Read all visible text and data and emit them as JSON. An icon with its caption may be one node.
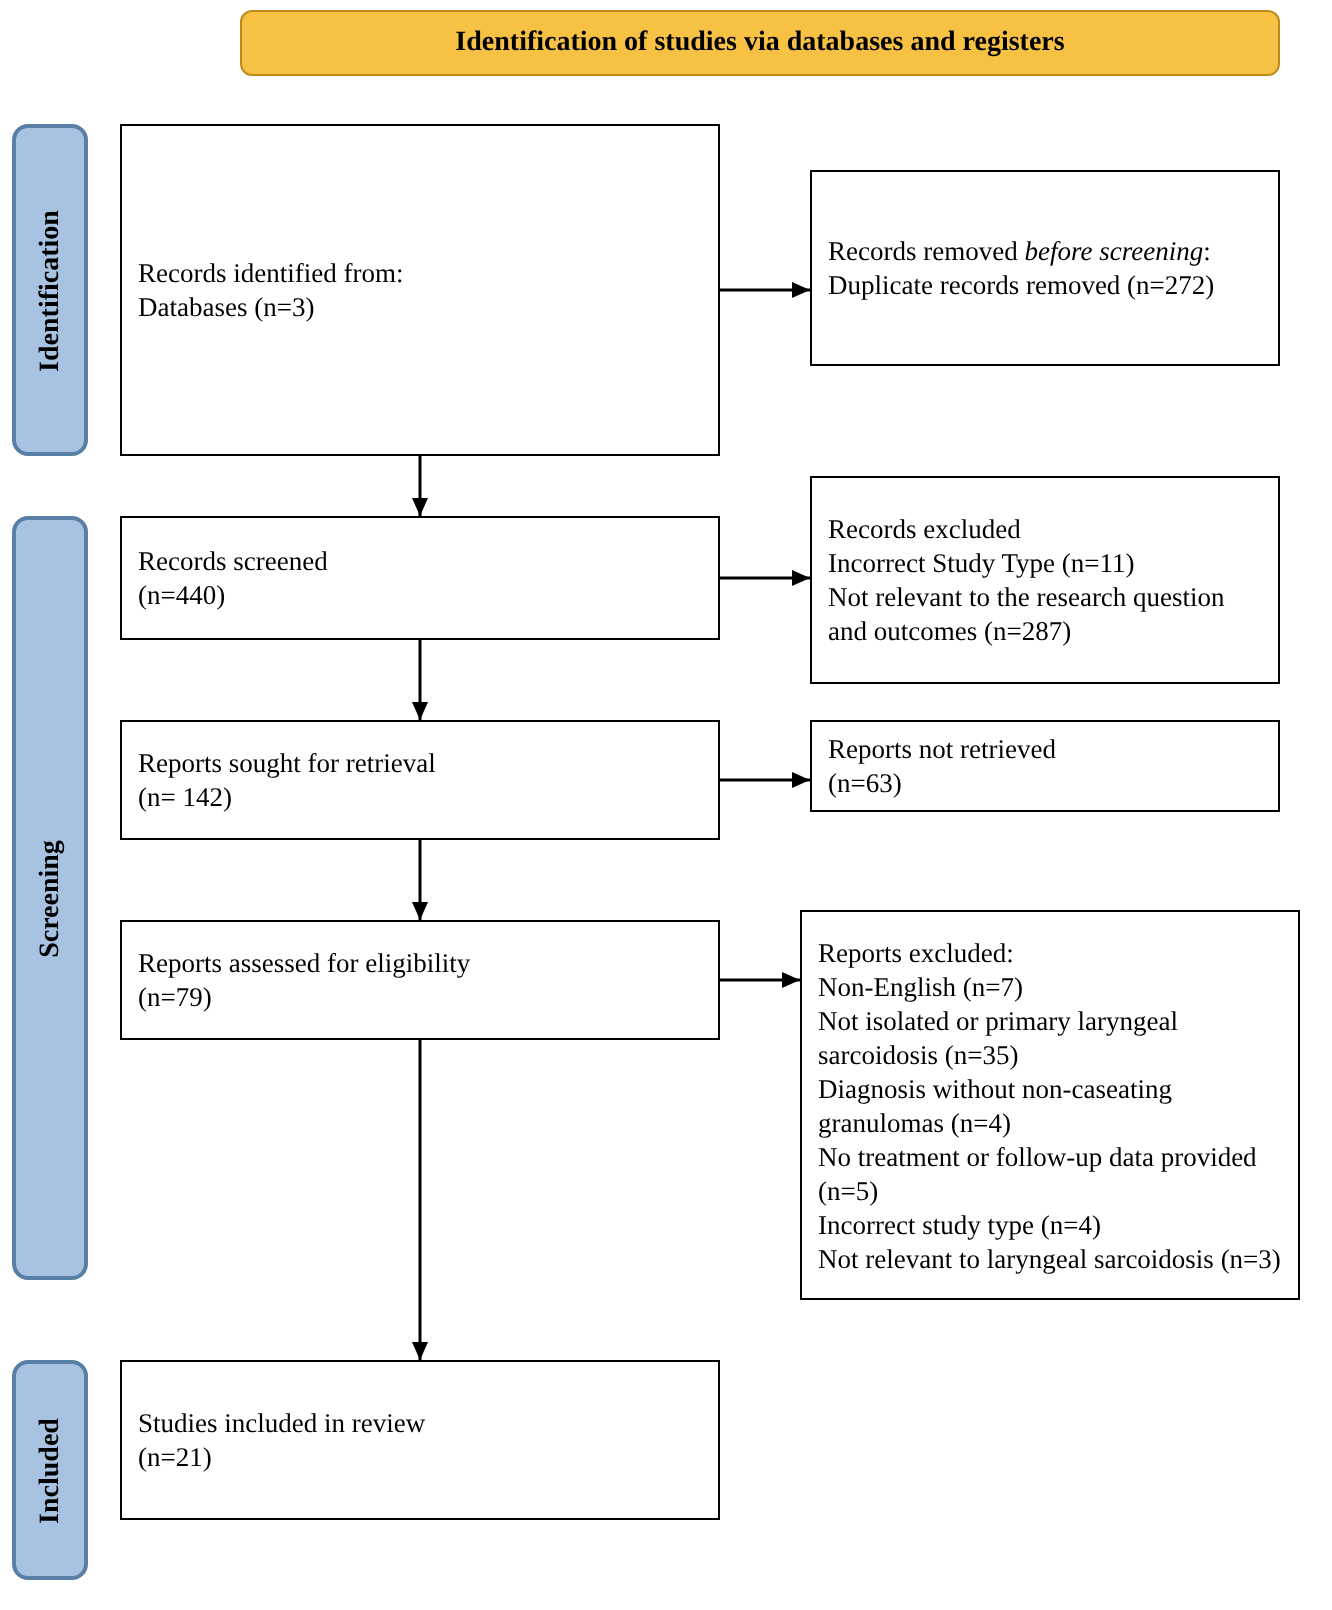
{
  "diagram": {
    "nodes": [
      {
        "text": [
          "Identification of studies via databases and registers"
        ]
      },
      {
        "text": [
          "Identification"
        ]
      },
      {
        "text": [
          "Screening"
        ]
      },
      {
        "text": [
          "Included"
        ]
      },
      {
        "text": [
          "Records identified from:",
          "Databases (n=3)"
        ]
      },
      {
        "text": [
          "Records removed *before screening*:",
          "Duplicate records removed (n=272)"
        ]
      },
      {
        "text": [
          "Records screened",
          "(n=440)"
        ]
      },
      {
        "text": [
          "Records excluded",
          "Incorrect Study Type (n=11)",
          "Not relevant to the research question and outcomes (n=287)"
        ]
      },
      {
        "text": [
          "Reports sought for retrieval",
          "(n= 142)"
        ]
      },
      {
        "text": [
          "Reports not retrieved",
          "(n=63)"
        ]
      },
      {
        "text": [
          "Reports assessed for eligibility",
          "(n=79)"
        ]
      },
      {
        "text": [
          "Reports excluded:",
          "Non-English (n=7)",
          "Not isolated or primary laryngeal sarcoidosis (n=35)",
          "Diagnosis without non-caseating granulomas (n=4)",
          "No treatment or follow-up data provided (n=5)",
          "Incorrect study type (n=4)",
          "Not relevant to laryngeal sarcoidosis (n=3)"
        ]
      },
      {
        "text": [
          "Studies included in review",
          "(n=21)"
        ]
      }
    ],
    "edges": [
      {
        "from": 4,
        "to": 6,
        "arrow": "to"
      },
      {
        "from": 4,
        "to": 5,
        "arrow": "to"
      },
      {
        "from": 6,
        "to": 8,
        "arrow": "to"
      },
      {
        "from": 6,
        "to": 7,
        "arrow": "to"
      },
      {
        "from": 8,
        "to": 10,
        "arrow": "to"
      },
      {
        "from": 8,
        "to": 9,
        "arrow": "to"
      },
      {
        "from": 10,
        "to": 12,
        "arrow": "to"
      },
      {
        "from": 10,
        "to": 11,
        "arrow": "to"
      }
    ]
  }
}
